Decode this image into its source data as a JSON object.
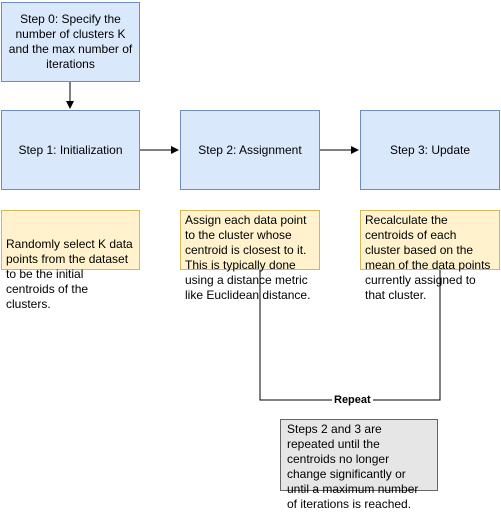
{
  "steps": {
    "step0": "Step 0: Specify the number of clusters K and the max number of iterations",
    "step1": "Step 1: Initialization",
    "step2": "Step 2: Assignment",
    "step3": "Step 3: Update"
  },
  "notes": {
    "init": "Randomly select K data points from the dataset to be the initial centroids of the clusters.",
    "assign": "Assign each data point to the cluster whose centroid is closest to it. This is typically done using a distance metric like Euclidean distance.",
    "update": "Recalculate the centroids of each cluster based on the mean of the data points currently assigned to that cluster."
  },
  "loop": {
    "label": "Repeat",
    "note": "Steps 2 and 3 are repeated until the centroids no longer change significantly or until a maximum number of iterations is reached."
  },
  "colors": {
    "step_fill": "#dae8fc",
    "step_border": "#6c8ebf",
    "note_fill": "#fff2cc",
    "note_border": "#d6b656",
    "loop_note_fill": "#e6e6e6"
  }
}
